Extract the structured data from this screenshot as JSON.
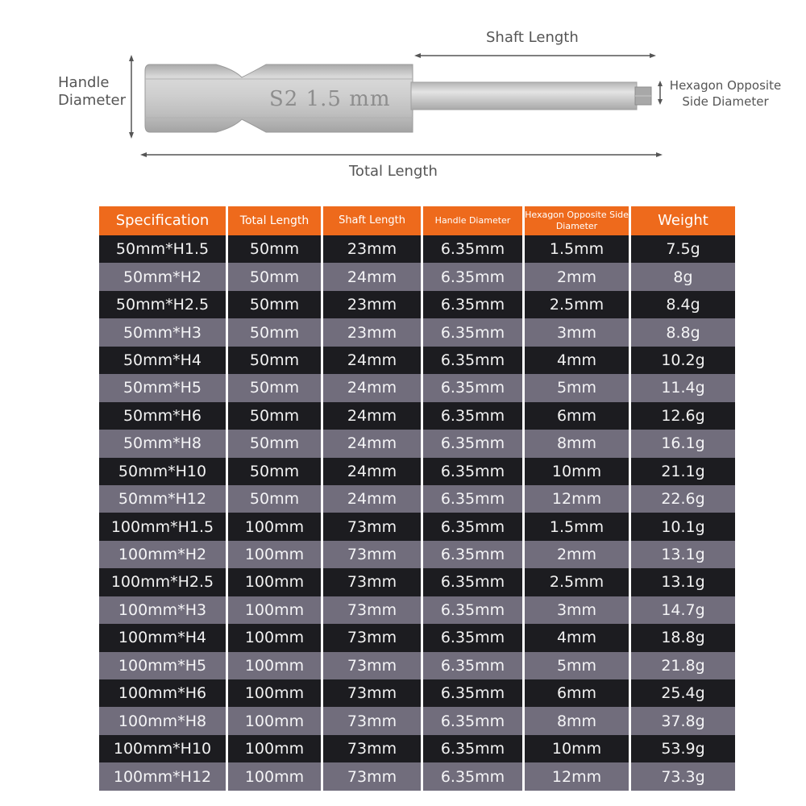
{
  "diagram": {
    "shaft_length_label": "Shaft Length",
    "handle_diameter_label_1": "Handle",
    "handle_diameter_label_2": "Diameter",
    "hex_diameter_label_1": "Hexagon Opposite",
    "hex_diameter_label_2": "Side Diameter",
    "total_length_label": "Total Length",
    "bit_engraving": "S2 1.5 mm"
  },
  "table": {
    "headers": {
      "specification": "Specification",
      "total_length": "Total Length",
      "shaft_length": "Shaft Length",
      "handle_diameter": "Handle Diameter",
      "hex_diameter": "Hexagon Opposite Side Diameter",
      "weight": "Weight"
    },
    "rows": [
      [
        "50mm*H1.5",
        "50mm",
        "23mm",
        "6.35mm",
        "1.5mm",
        "7.5g"
      ],
      [
        "50mm*H2",
        "50mm",
        "24mm",
        "6.35mm",
        "2mm",
        "8g"
      ],
      [
        "50mm*H2.5",
        "50mm",
        "23mm",
        "6.35mm",
        "2.5mm",
        "8.4g"
      ],
      [
        "50mm*H3",
        "50mm",
        "23mm",
        "6.35mm",
        "3mm",
        "8.8g"
      ],
      [
        "50mm*H4",
        "50mm",
        "24mm",
        "6.35mm",
        "4mm",
        "10.2g"
      ],
      [
        "50mm*H5",
        "50mm",
        "24mm",
        "6.35mm",
        "5mm",
        "11.4g"
      ],
      [
        "50mm*H6",
        "50mm",
        "24mm",
        "6.35mm",
        "6mm",
        "12.6g"
      ],
      [
        "50mm*H8",
        "50mm",
        "24mm",
        "6.35mm",
        "8mm",
        "16.1g"
      ],
      [
        "50mm*H10",
        "50mm",
        "24mm",
        "6.35mm",
        "10mm",
        "21.1g"
      ],
      [
        "50mm*H12",
        "50mm",
        "24mm",
        "6.35mm",
        "12mm",
        "22.6g"
      ],
      [
        "100mm*H1.5",
        "100mm",
        "73mm",
        "6.35mm",
        "1.5mm",
        "10.1g"
      ],
      [
        "100mm*H2",
        "100mm",
        "73mm",
        "6.35mm",
        "2mm",
        "13.1g"
      ],
      [
        "100mm*H2.5",
        "100mm",
        "73mm",
        "6.35mm",
        "2.5mm",
        "13.1g"
      ],
      [
        "100mm*H3",
        "100mm",
        "73mm",
        "6.35mm",
        "3mm",
        "14.7g"
      ],
      [
        "100mm*H4",
        "100mm",
        "73mm",
        "6.35mm",
        "4mm",
        "18.8g"
      ],
      [
        "100mm*H5",
        "100mm",
        "73mm",
        "6.35mm",
        "5mm",
        "21.8g"
      ],
      [
        "100mm*H6",
        "100mm",
        "73mm",
        "6.35mm",
        "6mm",
        "25.4g"
      ],
      [
        "100mm*H8",
        "100mm",
        "73mm",
        "6.35mm",
        "8mm",
        "37.8g"
      ],
      [
        "100mm*H10",
        "100mm",
        "73mm",
        "6.35mm",
        "10mm",
        "53.9g"
      ],
      [
        "100mm*H12",
        "100mm",
        "73mm",
        "6.35mm",
        "12mm",
        "73.3g"
      ]
    ]
  },
  "colors": {
    "header_bg": "#ee6a1c",
    "row_dark": "#1c1c20",
    "row_light": "#716d7c",
    "bit_metal": "#c9c9c9"
  }
}
